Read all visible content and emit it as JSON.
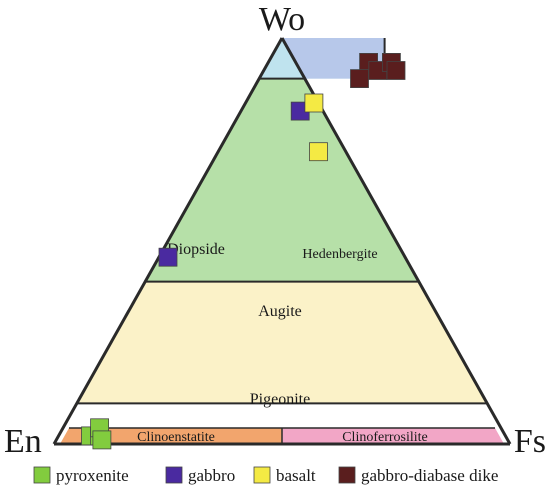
{
  "chart_data": {
    "type": "ternary",
    "vertices": {
      "top": "Wo",
      "left": "En",
      "right": "Fs"
    },
    "fields": [
      {
        "key": "wo_field",
        "label": ""
      },
      {
        "key": "diopside",
        "label": "Diopside"
      },
      {
        "key": "hedenbergite",
        "label": "Hedenbergite"
      },
      {
        "key": "augite",
        "label": "Augite"
      },
      {
        "key": "pigeonite",
        "label": "Pigeonite"
      },
      {
        "key": "clinoenstatite",
        "label": "Clinoenstatite"
      },
      {
        "key": "clinoferrosilite",
        "label": "Clinoferrosilite"
      }
    ],
    "field_colors": {
      "wo_field": "#d6c6ea",
      "diopside": "#bfe3ee",
      "hedenbergite": "#b7c8ea",
      "augite": "#b6e0a8",
      "pigeonite": "#fbf2c8",
      "clinoenstatite": "#f2a56d",
      "clinoferrosilite": "#f2a6c6"
    },
    "series": [
      {
        "name": "pyroxenite",
        "color": "#82cc3e",
        "points": [
          {
            "wo": 1,
            "fs": 7
          },
          {
            "wo": 1,
            "fs": 9
          },
          {
            "wo": 2,
            "fs": 8
          },
          {
            "wo": 0.5,
            "fs": 10
          }
        ]
      },
      {
        "name": "gabbro",
        "color": "#4a2aa0",
        "points": [
          {
            "wo": 41,
            "fs": 13
          },
          {
            "wo": 23,
            "fs": 2
          }
        ]
      },
      {
        "name": "basalt",
        "color": "#f4ea44",
        "points": [
          {
            "wo": 42,
            "fs": 15
          },
          {
            "wo": 36,
            "fs": 22
          }
        ]
      },
      {
        "name": "gabbro-diabase dike",
        "color": "#5a1e1e",
        "points": [
          {
            "wo": 47,
            "fs": 22
          },
          {
            "wo": 46,
            "fs": 25
          },
          {
            "wo": 47,
            "fs": 27
          },
          {
            "wo": 46,
            "fs": 29
          },
          {
            "wo": 45,
            "fs": 22
          }
        ]
      }
    ]
  },
  "colors": {
    "outline": "#1a1a1a",
    "boundary": "#2a2a2a",
    "marker_stroke": "#444444"
  }
}
